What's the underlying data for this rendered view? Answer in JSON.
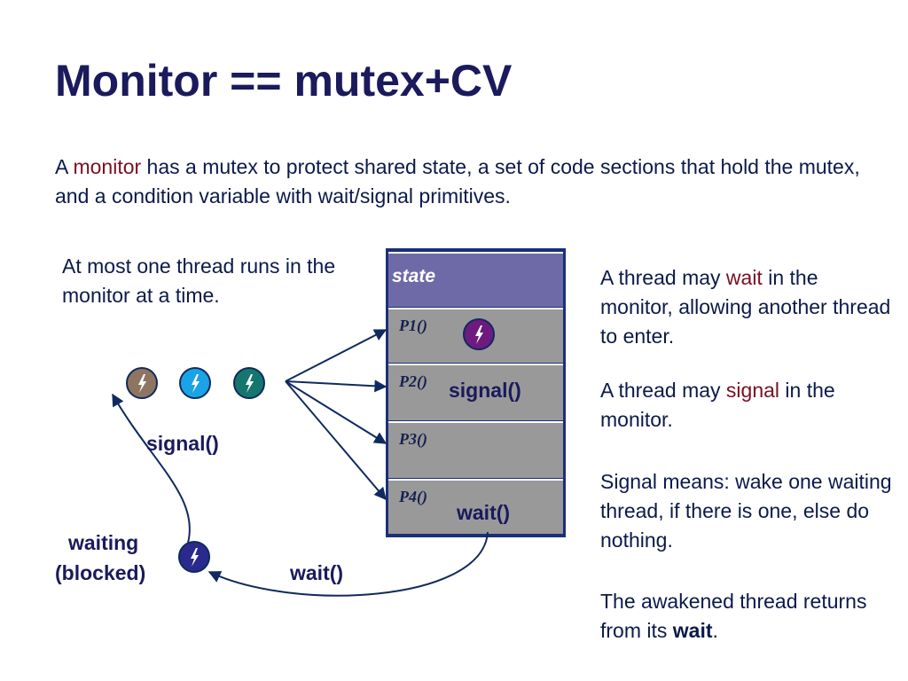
{
  "title": "Monitor == mutex+CV",
  "intro": {
    "pre": "A ",
    "highlight": "monitor",
    "post": " has a mutex to protect shared state, a set of code sections that hold the mutex, and a condition variable with wait/signal primitives."
  },
  "left_note": "At most one thread runs in the monitor at a time.",
  "right_notes": {
    "wait_note": {
      "pre": "A thread may ",
      "highlight": "wait",
      "post": " in the monitor, allowing another thread to enter."
    },
    "signal_note": {
      "pre": "A thread may ",
      "highlight": "signal",
      "post": " in the monitor."
    },
    "signal_means": "Signal means: wake one waiting thread, if there is one, else do nothing.",
    "awakened": {
      "pre": "The awakened thread returns from its ",
      "bold": "wait",
      "post": "."
    }
  },
  "monitor": {
    "state_label": "state",
    "procedures": [
      "P1()",
      "P2()",
      "P3()",
      "P4()"
    ]
  },
  "labels": {
    "signal_in_monitor": "signal()",
    "wait_in_monitor": "wait()",
    "signal_arc": "signal()",
    "wait_arc": "wait()",
    "waiting_line1": "waiting",
    "waiting_line2": "(blocked)"
  },
  "colors": {
    "title": "#1a1a5c",
    "text": "#0b1a4a",
    "highlight": "#7a1020",
    "monitor_border": "#1a2f7a",
    "state_fill": "#6e6aa8",
    "proc_fill": "#999999",
    "arrow": "#0f2a5e",
    "thread_brown": "#8e7562",
    "thread_cyan": "#1aa3e6",
    "thread_teal": "#15766e",
    "thread_purple": "#6e1a7e",
    "thread_blue": "#2a2a8e"
  },
  "icons": [
    "thread-lightning-icon"
  ]
}
